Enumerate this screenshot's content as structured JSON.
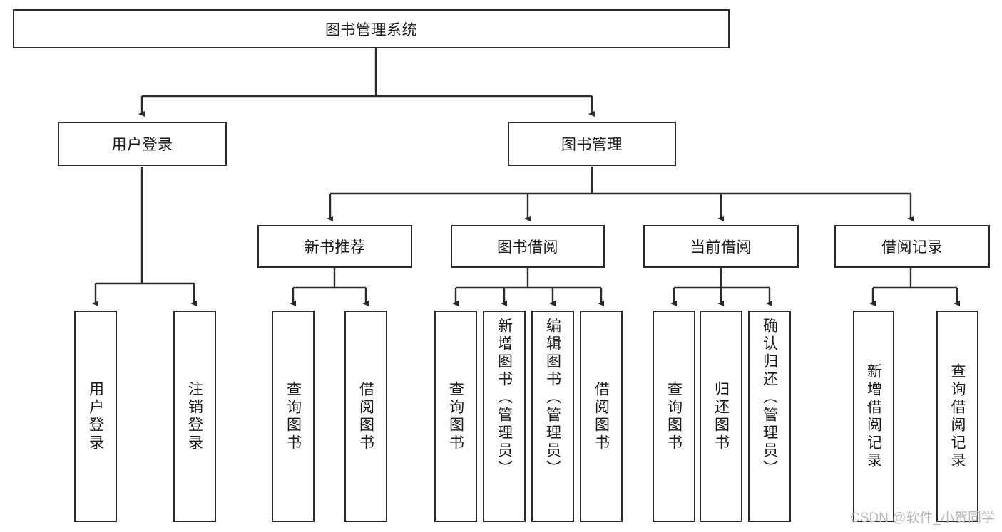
{
  "diagram": {
    "title": "图书管理系统",
    "type": "tree-hierarchy",
    "root": {
      "label": "图书管理系统"
    },
    "level2": [
      {
        "label": "用户登录"
      },
      {
        "label": "图书管理"
      }
    ],
    "level3": [
      {
        "label": "新书推荐"
      },
      {
        "label": "图书借阅"
      },
      {
        "label": "当前借阅"
      },
      {
        "label": "借阅记录"
      }
    ],
    "leaves": {
      "user_login": [
        {
          "label": "用户登录"
        },
        {
          "label": "注销登录"
        }
      ],
      "new_book_recommend": [
        {
          "label": "查询图书"
        },
        {
          "label": "借阅图书"
        }
      ],
      "book_borrow": [
        {
          "label": "查询图书"
        },
        {
          "label": "新增图书（管理员）"
        },
        {
          "label": "编辑图书（管理员）"
        },
        {
          "label": "借阅图书"
        }
      ],
      "current_borrow": [
        {
          "label": "查询图书"
        },
        {
          "label": "归还图书"
        },
        {
          "label": "确认归还（管理员）"
        }
      ],
      "borrow_record": [
        {
          "label": "新增借阅记录"
        },
        {
          "label": "查询借阅记录"
        }
      ]
    }
  },
  "watermark": {
    "text": "CSDN @软件_小贺同学"
  },
  "colors": {
    "background": "#ffffff",
    "box_border": "#2b2b2b",
    "box_fill": "#ffffff",
    "text": "#1a1a1a",
    "connector": "#2b2b2b",
    "watermark": "#b9b9b9"
  }
}
